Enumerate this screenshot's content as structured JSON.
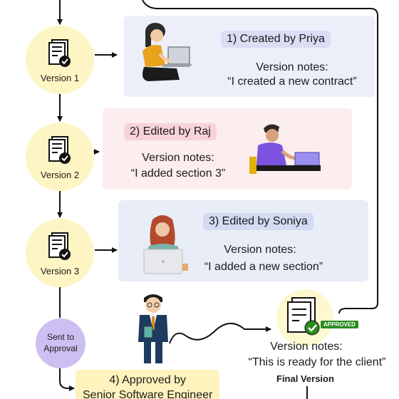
{
  "steps": [
    {
      "version_label": "Version 1",
      "title": "1) Created by Priya",
      "notes_heading": "Version notes:",
      "notes_text": "“I created  a new contract”"
    },
    {
      "version_label": "Version 2",
      "title": "2) Edited by Raj",
      "notes_heading": "Version notes:",
      "notes_text": "“I added section 3”"
    },
    {
      "version_label": "Version 3",
      "title": "3) Edited by Soniya",
      "notes_heading": "Version notes:",
      "notes_text": "“I added a new section”"
    }
  ],
  "sent_to_approval": {
    "line1": "Sent to",
    "line2": "Approval"
  },
  "approval": {
    "line1": "4) Approved by",
    "line2": "Senior Software Engineer"
  },
  "final": {
    "badge": "APPROVED",
    "notes_heading": "Version notes:",
    "notes_text": "“This is ready for the client”",
    "label": "Final Version"
  },
  "colors": {
    "version_circle": "#fdf5c3",
    "panel_1": "#eceffa",
    "panel_2": "#fcedee",
    "panel_3": "#e9edf8",
    "sent_circle": "#cdbff2",
    "approved_green": "#2a8a20"
  },
  "icons": [
    "document-check-icon",
    "woman-laptop-illustration",
    "man-laptop-illustration",
    "woman-desk-illustration",
    "businessman-illustration",
    "approved-document-icon"
  ]
}
